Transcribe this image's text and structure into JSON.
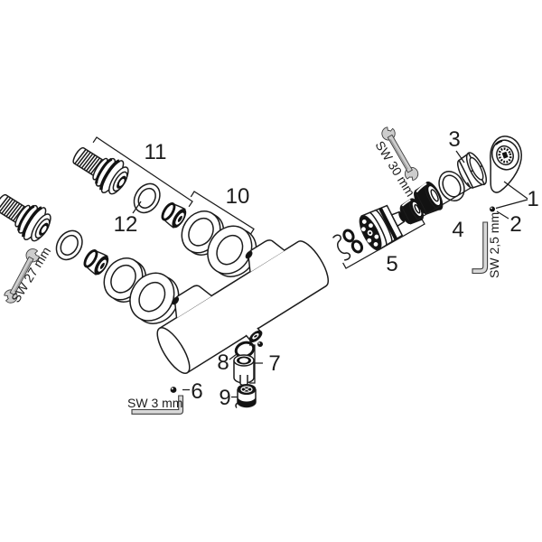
{
  "diagram": {
    "kind": "exploded-parts-diagram"
  },
  "parts": [
    {
      "number": "1"
    },
    {
      "number": "2"
    },
    {
      "number": "3"
    },
    {
      "number": "4"
    },
    {
      "number": "5"
    },
    {
      "number": "6"
    },
    {
      "number": "7"
    },
    {
      "number": "8"
    },
    {
      "number": "9"
    },
    {
      "number": "10"
    },
    {
      "number": "11"
    },
    {
      "number": "12"
    }
  ],
  "tools": [
    {
      "icon": "open-end-wrench-icon",
      "label": "SW 27 mm"
    },
    {
      "icon": "open-end-wrench-icon",
      "label": "SW 30 mm"
    },
    {
      "icon": "hex-key-icon",
      "label": "SW 2,5 mm"
    },
    {
      "icon": "hex-key-icon",
      "label": "SW 3 mm"
    }
  ],
  "colors": {
    "line": "#1c1c1c",
    "dark": "#121212",
    "tool_fill": "#cdcdcd",
    "tool_shade": "#9c9c9c",
    "tool_stroke": "#3c3c3c",
    "key_fill": "#d9d9d9",
    "background": "#ffffff"
  }
}
